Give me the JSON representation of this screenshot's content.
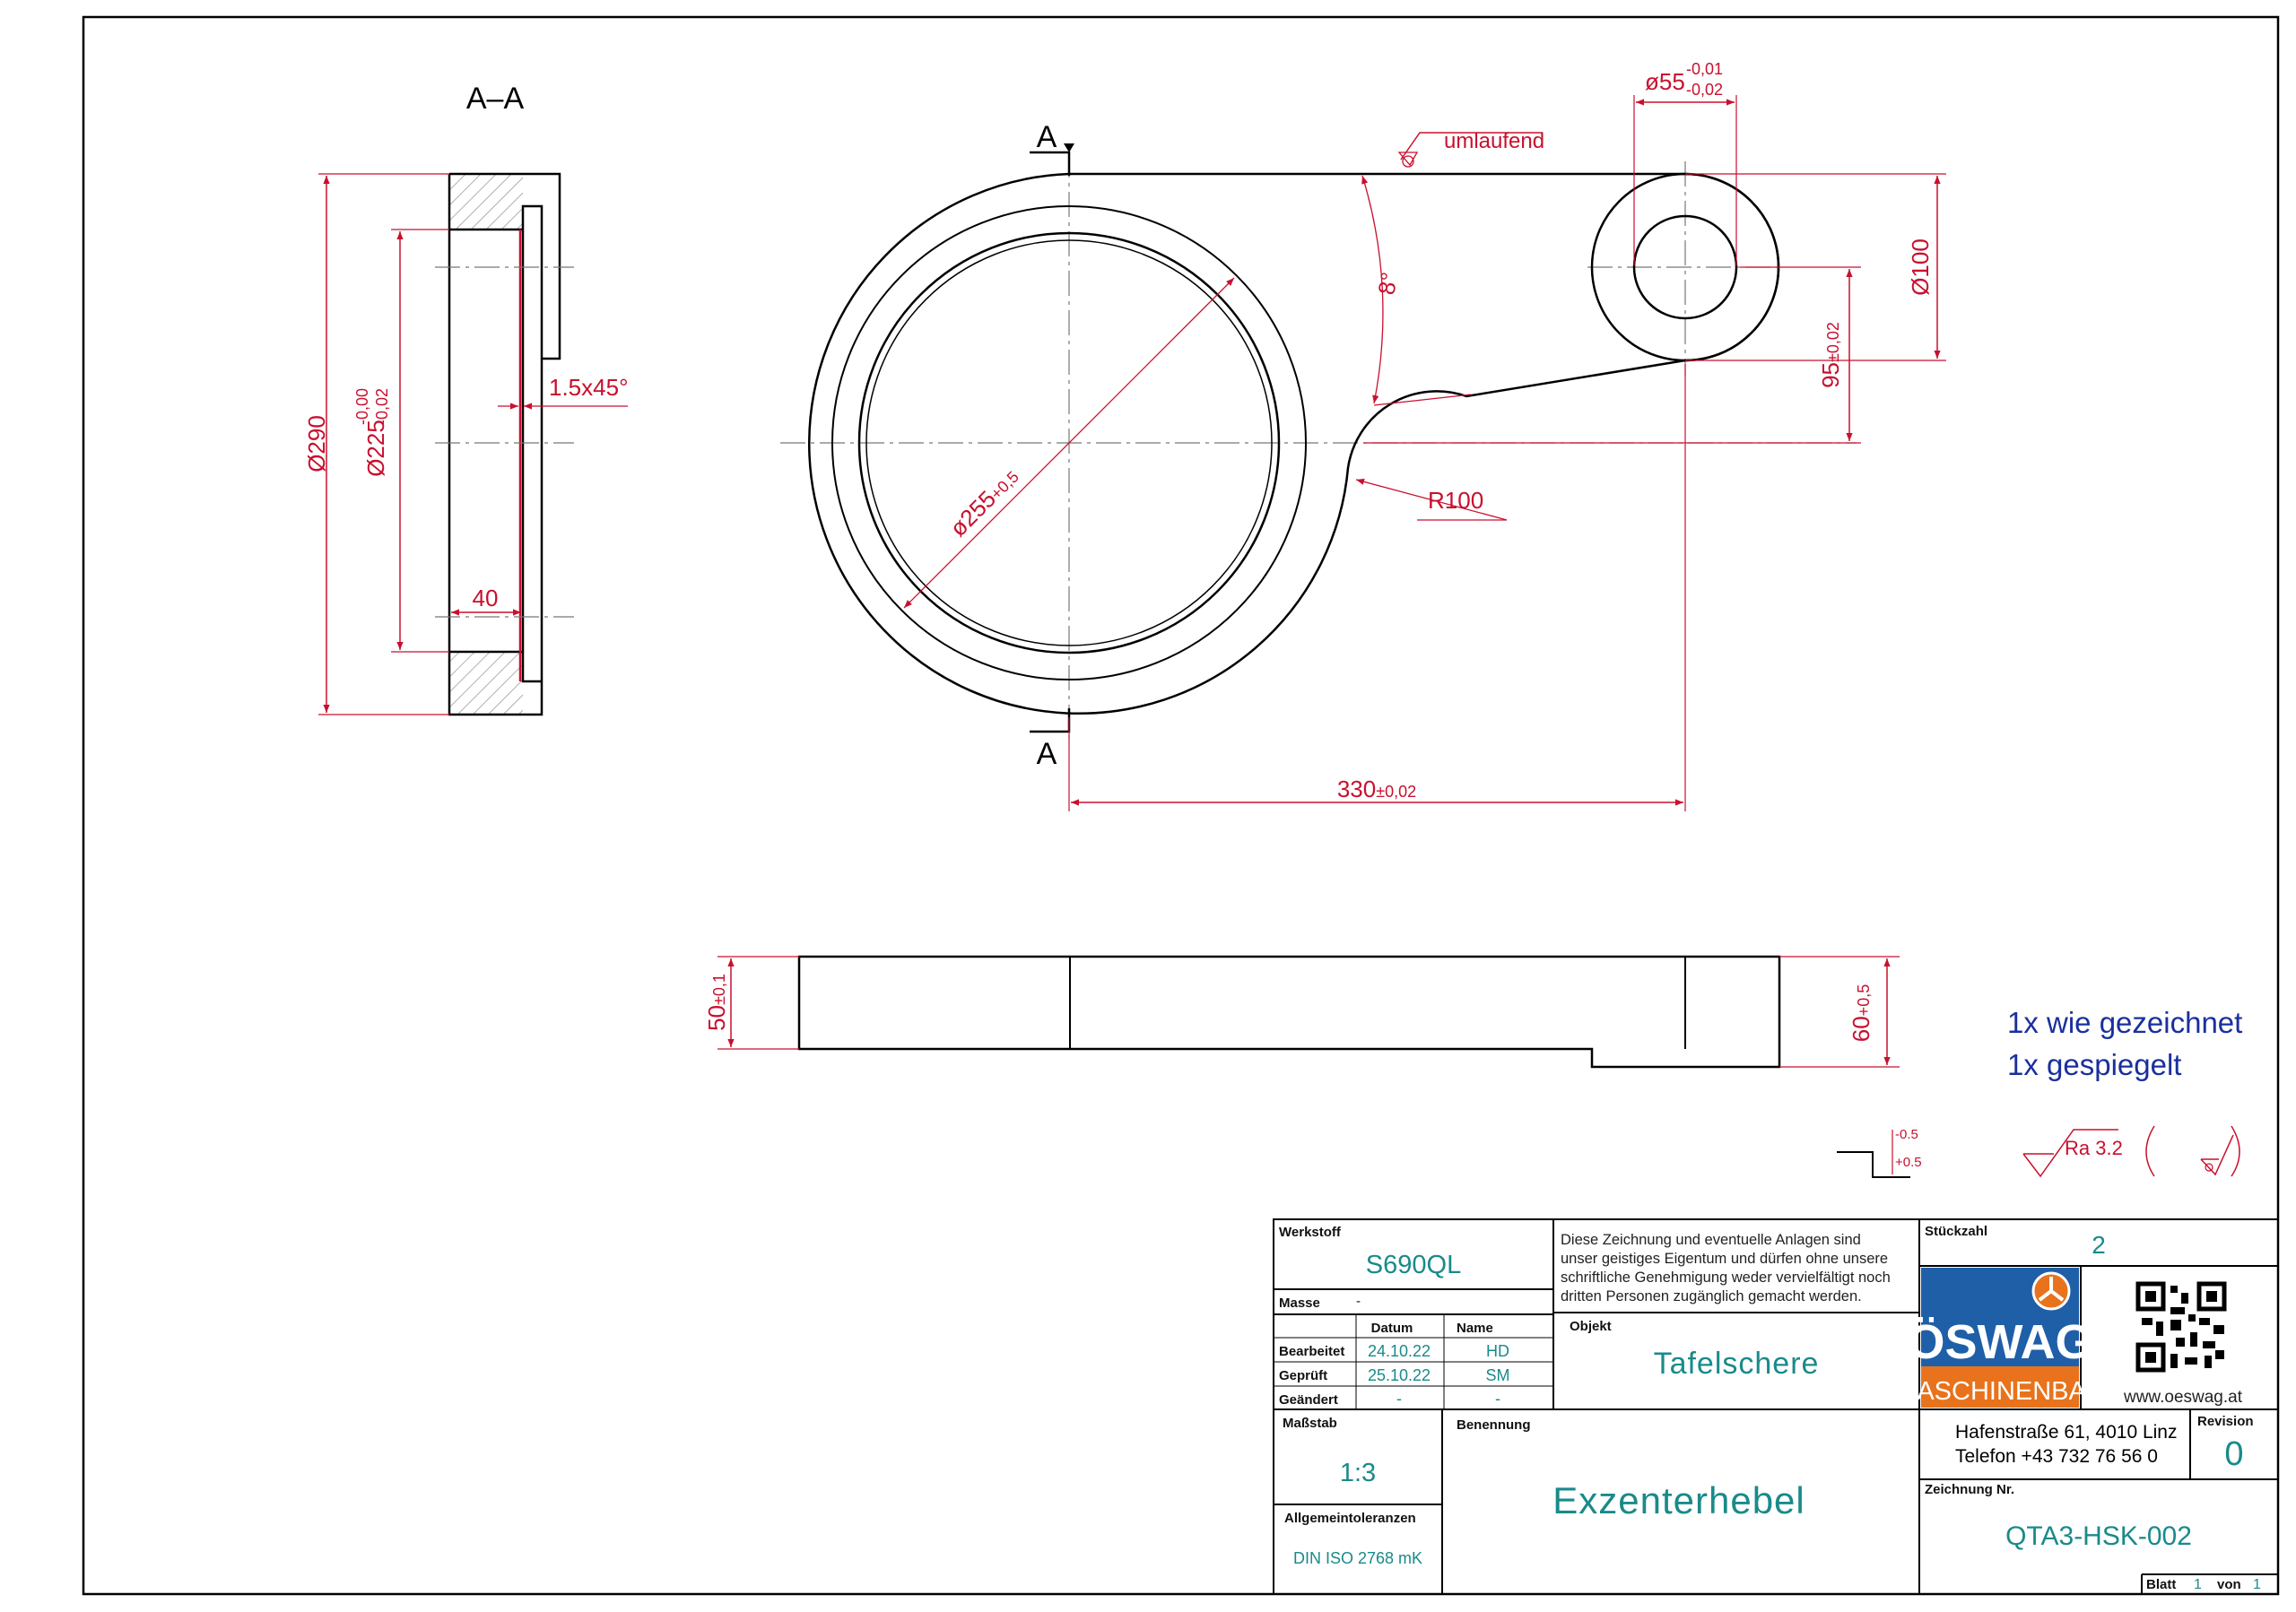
{
  "section": {
    "label": "A–A"
  },
  "cut_markers": {
    "top": "A",
    "bottom": "A"
  },
  "dimensions": {
    "d290": "Ø290",
    "d225": "Ø225",
    "d225_tol_upper": "-0,00",
    "d225_tol_lower": "-0,02",
    "chamfer": "1.5x45°",
    "width_40": "40",
    "d255": "ø255",
    "d255_tol": "+0,5",
    "angle": "8°",
    "d55": "ø55",
    "d55_tol_upper": "-0,01",
    "d55_tol_lower": "-0,02",
    "umlaufend": "umlaufend",
    "d100": "Ø100",
    "h95": "95",
    "h95_tol": "±0,02",
    "r100": "R100",
    "l330": "330",
    "l330_tol": "±0,02",
    "t50": "50",
    "t50_tol": "±0,1",
    "t60": "60",
    "t60_tol": "+0,5"
  },
  "notes": {
    "line1": "1x wie gezeichnet",
    "line2": "1x gespiegelt"
  },
  "symbols": {
    "tol_upper": "-0.5",
    "tol_lower": "+0.5",
    "roughness": "Ra 3.2"
  },
  "title_block": {
    "werkstoff_label": "Werkstoff",
    "werkstoff": "S690QL",
    "masse_label": "Masse",
    "masse": "-",
    "col_datum": "Datum",
    "col_name": "Name",
    "rows": [
      {
        "label": "Bearbeitet",
        "datum": "24.10.22",
        "name": "HD"
      },
      {
        "label": "Geprüft",
        "datum": "25.10.22",
        "name": "SM"
      },
      {
        "label": "Geändert",
        "datum": "-",
        "name": "-"
      }
    ],
    "disclaimer": [
      "Diese Zeichnung und eventuelle Anlagen sind",
      "unser geistiges Eigentum und dürfen ohne unsere",
      "schriftliche Genehmigung weder vervielfältigt noch",
      "dritten Personen zugänglich gemacht werden."
    ],
    "objekt_label": "Objekt",
    "objekt": "Tafelschere",
    "stueckzahl_label": "Stückzahl",
    "stueckzahl": "2",
    "logo_top": "ÖSWAG",
    "logo_bottom": "MASCHINENBAU",
    "website": "www.oeswag.at",
    "address_line1": "Hafenstraße 61, 4010 Linz",
    "address_line2": "Telefon  +43 732 76 56 0",
    "revision_label": "Revision",
    "revision": "0",
    "massstab_label": "Maßstab",
    "massstab": "1:3",
    "benennung_label": "Benennung",
    "benennung": "Exzenterhebel",
    "toleranzen_label": "Allgemeintoleranzen",
    "toleranzen": "DIN ISO 2768 mK",
    "zeichnung_label": "Zeichnung Nr.",
    "zeichnung": "QTA3-HSK-002",
    "blatt_label": "Blatt",
    "blatt": "1",
    "von_label": "von",
    "von": "1"
  },
  "colors": {
    "dimension": "#c8102e",
    "fill_value": "#1a8a8a",
    "note": "#1a2f9e",
    "logo_blue": "#1f5fa8",
    "logo_orange": "#e8731c"
  }
}
